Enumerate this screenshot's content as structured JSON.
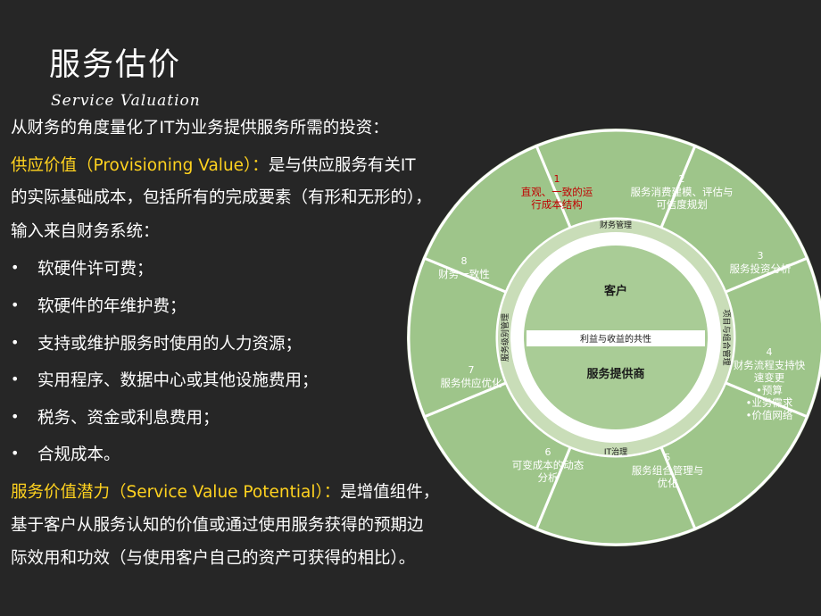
{
  "slide": {
    "title": "服务估价",
    "subtitle": "Service Valuation",
    "intro": "从财务的角度量化了IT为业务提供服务所需的投资：",
    "provisioning_label": "供应价值（Provisioning Value）：",
    "provisioning_rest1": "是与供应服务有关IT",
    "provisioning_line2": "的实际基础成本，包括所有的完成要素（有形和无形的），",
    "provisioning_line3": "输入来自财务系统：",
    "bullet_symbol": "•",
    "bullets": [
      "软硬件许可费；",
      "软硬件的年维护费；",
      "支持或维护服务时使用的人力资源；",
      "实用程序、数据中心或其他设施费用；",
      "税务、资金或利息费用；",
      "合规成本。"
    ],
    "potential_label": "服务价值潜力（Service Value Potential）：",
    "potential_rest1": "是增值组件，",
    "potential_line2": "基于客户从服务认知的价值或通过使用服务获得的预期边",
    "potential_line3": "际效用和功效（与使用客户自己的资产可获得的相比）。"
  },
  "wheel": {
    "colors": {
      "segment_fill": "#9ec58a",
      "segment_light": "#c9ddb8",
      "inner_fill": "#a9cc96",
      "divider": "#ffffff",
      "highlight_text": "#c00000",
      "label_text": "#ffffff",
      "core_text": "#1a1a1a"
    },
    "segments": [
      {
        "num": "1",
        "lines": [
          "直观、一致的运",
          "行成本结构"
        ],
        "highlight": true
      },
      {
        "num": "2",
        "lines": [
          "服务消费建模、评估与",
          "可信度规划"
        ],
        "highlight": false
      },
      {
        "num": "3",
        "lines": [
          "服务投资分析"
        ],
        "highlight": false
      },
      {
        "num": "4",
        "lines": [
          "财务流程支持快",
          "速变更",
          "•预算",
          "•业务需求",
          "•价值网络"
        ],
        "highlight": false
      },
      {
        "num": "5",
        "lines": [
          "服务组合管理与",
          "优化"
        ],
        "highlight": false
      },
      {
        "num": "6",
        "lines": [
          "可变成本的动态",
          "分析"
        ],
        "highlight": false
      },
      {
        "num": "7",
        "lines": [
          "服务供应优化"
        ],
        "highlight": false
      },
      {
        "num": "8",
        "lines": [
          "财务一致性"
        ],
        "highlight": false
      }
    ],
    "ring_labels": {
      "top": "财务管理",
      "right": "项目与组合管理",
      "bottom": "IT治理",
      "left": "服务级别管理"
    },
    "core": {
      "top": "客户",
      "middle": "利益与收益的共性",
      "bottom": "服务提供商"
    }
  }
}
